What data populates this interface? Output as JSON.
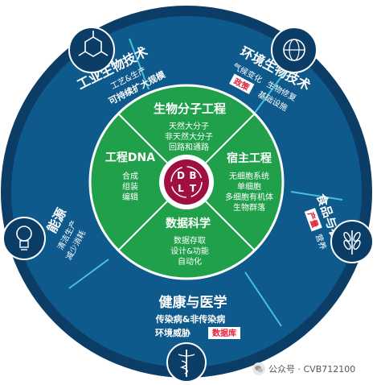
{
  "center": {
    "l1": "D",
    "l2": "B",
    "l3": "L",
    "l4": "T"
  },
  "inner": {
    "top": {
      "title": "生物分子工程",
      "lines": [
        "天然大分子",
        "非天然大分子",
        "回路和通路"
      ]
    },
    "left": {
      "title": "工程DNA",
      "lines": [
        "合成",
        "组装",
        "编辑"
      ]
    },
    "right": {
      "title": "宿主工程",
      "lines": [
        "无细胞系统",
        "单细胞",
        "多细胞有机体",
        "生物群落"
      ]
    },
    "bottom": {
      "title": "数据科学",
      "lines": [
        "数据存取",
        "设计&功能",
        "自动化"
      ]
    }
  },
  "outer": {
    "industrial": {
      "title": "工业生物技术",
      "line1": "工艺&生产",
      "line2": "可持续扩大规模"
    },
    "environment": {
      "title": "环境生物技术",
      "line1": "气候变化",
      "line2": "生物修复",
      "tag": "政策",
      "line3": "基础设施"
    },
    "food": {
      "title": "食品与农业",
      "tag": "产量",
      "line1": "营养"
    },
    "health": {
      "title": "健康与医学",
      "line1": "传染病&非传染病",
      "line2": "环境威胁",
      "tag": "数据库"
    },
    "energy": {
      "title": "能源",
      "line1": "清洁生产",
      "line2": "减少消耗"
    }
  },
  "watermark": {
    "text": "公众号 · CVB712100"
  },
  "colors": {
    "ring_dark": "#0b3d66",
    "ring_mid": "#0f5a8c",
    "inner_green": "#21a04b",
    "center": "#a0103e",
    "tag_red": "#e2233b",
    "line_teal": "#47c1d9"
  }
}
